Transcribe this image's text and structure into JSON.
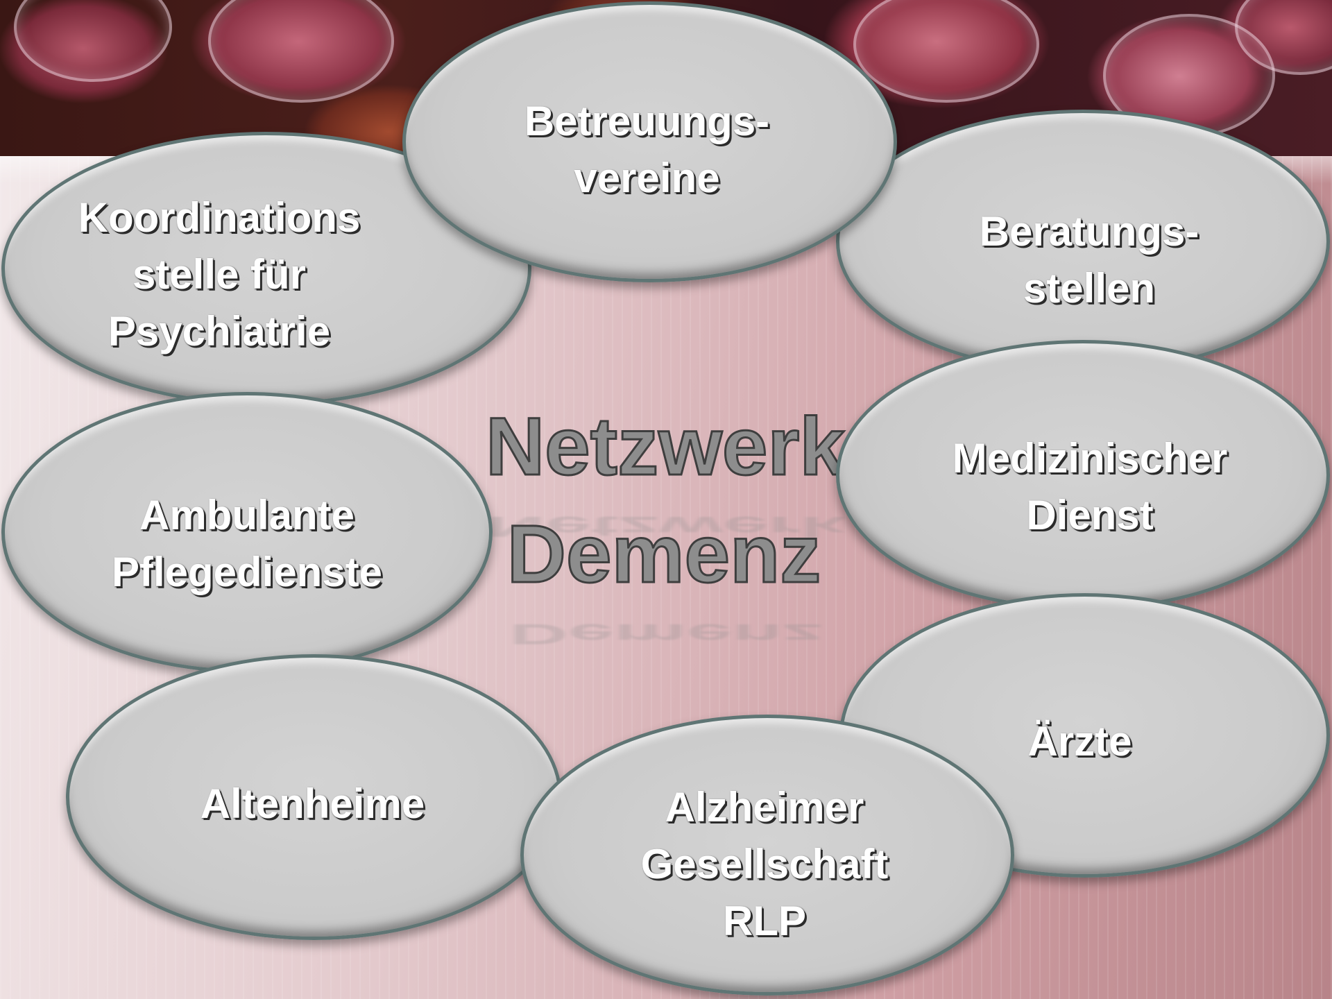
{
  "title": {
    "line1": "Netzwerk",
    "line2": "Demenz"
  },
  "nodes": [
    {
      "id": "betreuungsvereine",
      "label": "Betreuungs-\nvereine"
    },
    {
      "id": "koordinationsstelle",
      "label": "Koordinations\nstelle für\nPsychiatrie"
    },
    {
      "id": "beratungsstellen",
      "label": "Beratungs-\nstellen"
    },
    {
      "id": "ambulante-pflegedienste",
      "label": "Ambulante\nPflegedienste"
    },
    {
      "id": "medizinischer-dienst",
      "label": "Medizinischer\nDienst"
    },
    {
      "id": "altenheime",
      "label": "Altenheime"
    },
    {
      "id": "aerzte",
      "label": "Ärzte"
    },
    {
      "id": "alzheimer-gesellschaft",
      "label": "Alzheimer\nGesellschaft\nRLP"
    }
  ]
}
